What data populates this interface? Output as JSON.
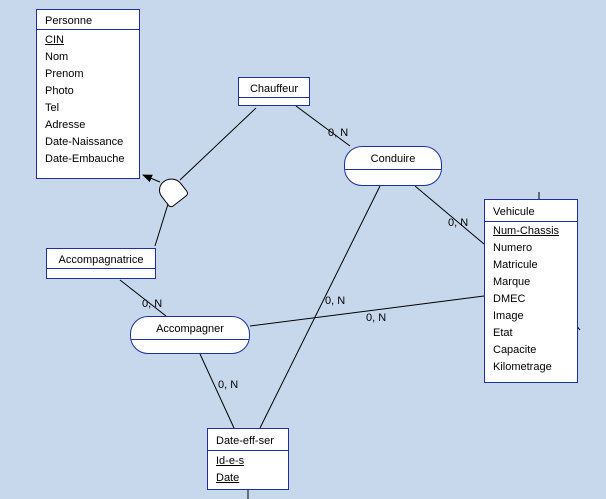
{
  "entities": {
    "personne": {
      "title": "Personne",
      "key_attributes": [
        "CIN"
      ],
      "attributes": [
        "Nom",
        "Prenom",
        "Photo",
        "Tel",
        "Adresse",
        "Date-Naissance",
        "Date-Embauche"
      ]
    },
    "chauffeur": {
      "title": "Chauffeur"
    },
    "accompagnatrice": {
      "title": "Accompagnatrice"
    },
    "vehicule": {
      "title": "Vehicule",
      "key_attributes": [
        "Num-Chassis"
      ],
      "attributes": [
        "Numero",
        "Matricule",
        "Marque",
        "DMEC",
        "Image",
        "Etat",
        "Capacite",
        "Kilometrage"
      ]
    },
    "date_eff_ser": {
      "title": "Date-eff-ser",
      "key_attributes": [
        "Id-e-s",
        "Date"
      ]
    }
  },
  "associations": {
    "conduire": {
      "title": "Conduire"
    },
    "accompagner": {
      "title": "Accompagner"
    }
  },
  "cardinalities": {
    "chauffeur_conduire": "0, N",
    "vehicule_conduire": "0, N",
    "accompagnatrice_accompagner": "0, N",
    "date_conduire": "0, N",
    "vehicule_accompagner": "0, N",
    "date_accompagner": "0, N"
  },
  "colors": {
    "background": "#c8d8ec",
    "border": "#1f2f9f",
    "link": "#000000"
  }
}
